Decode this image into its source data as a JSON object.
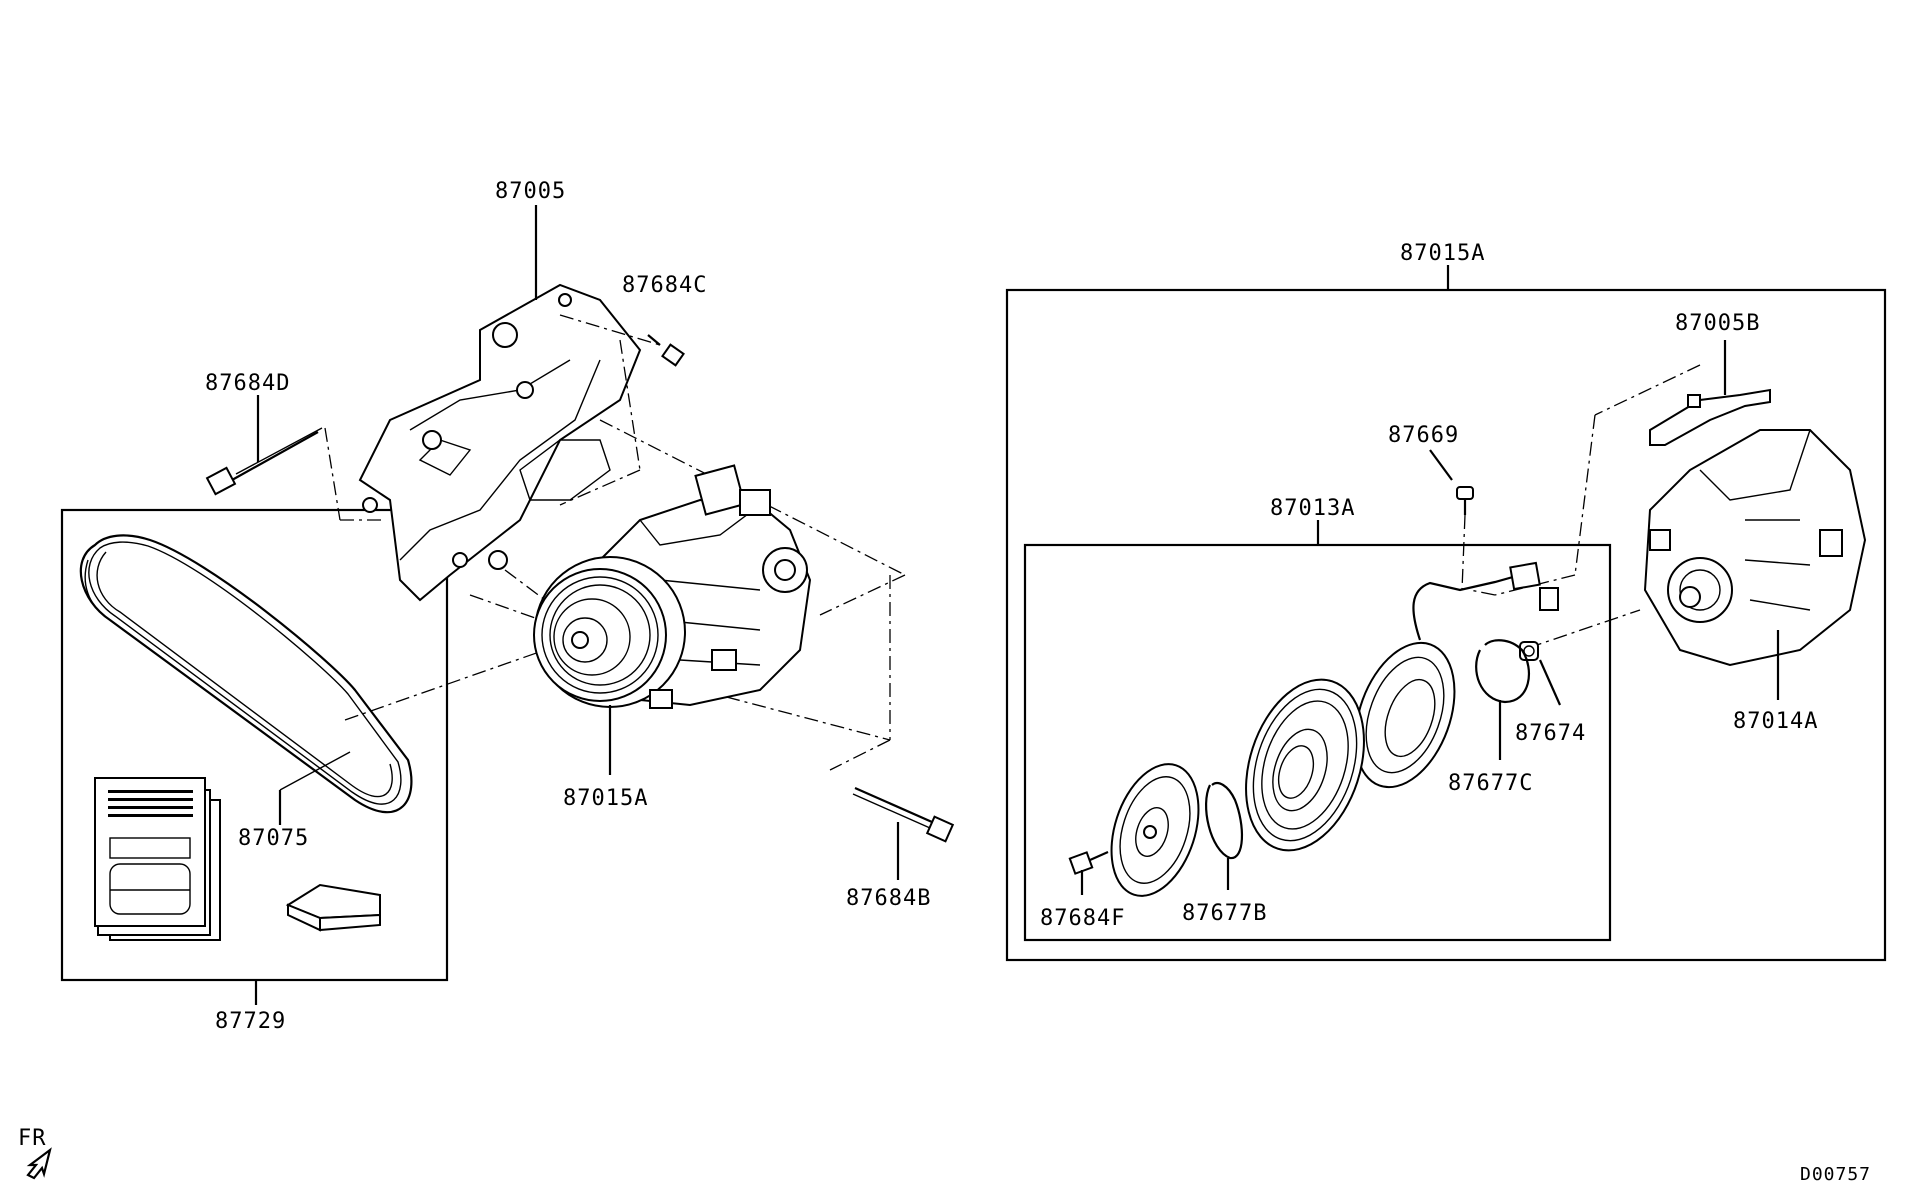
{
  "diagram_id": "D00757",
  "orientation_label": "FR",
  "callouts": {
    "bracket": "87005",
    "bolt_c": "87684C",
    "bolt_d": "87684D",
    "compressor_main": "87015A",
    "belt": "87075",
    "bolt_b": "87684B",
    "kit": "87729",
    "assembly_group": "87015A",
    "bracket_b": "87005B",
    "screw": "87669",
    "clutch_group": "87013A",
    "compressor_body": "87014A",
    "plug": "87674",
    "snap_ring_c": "87677C",
    "snap_ring_b": "87677B",
    "bolt_f": "87684F"
  }
}
